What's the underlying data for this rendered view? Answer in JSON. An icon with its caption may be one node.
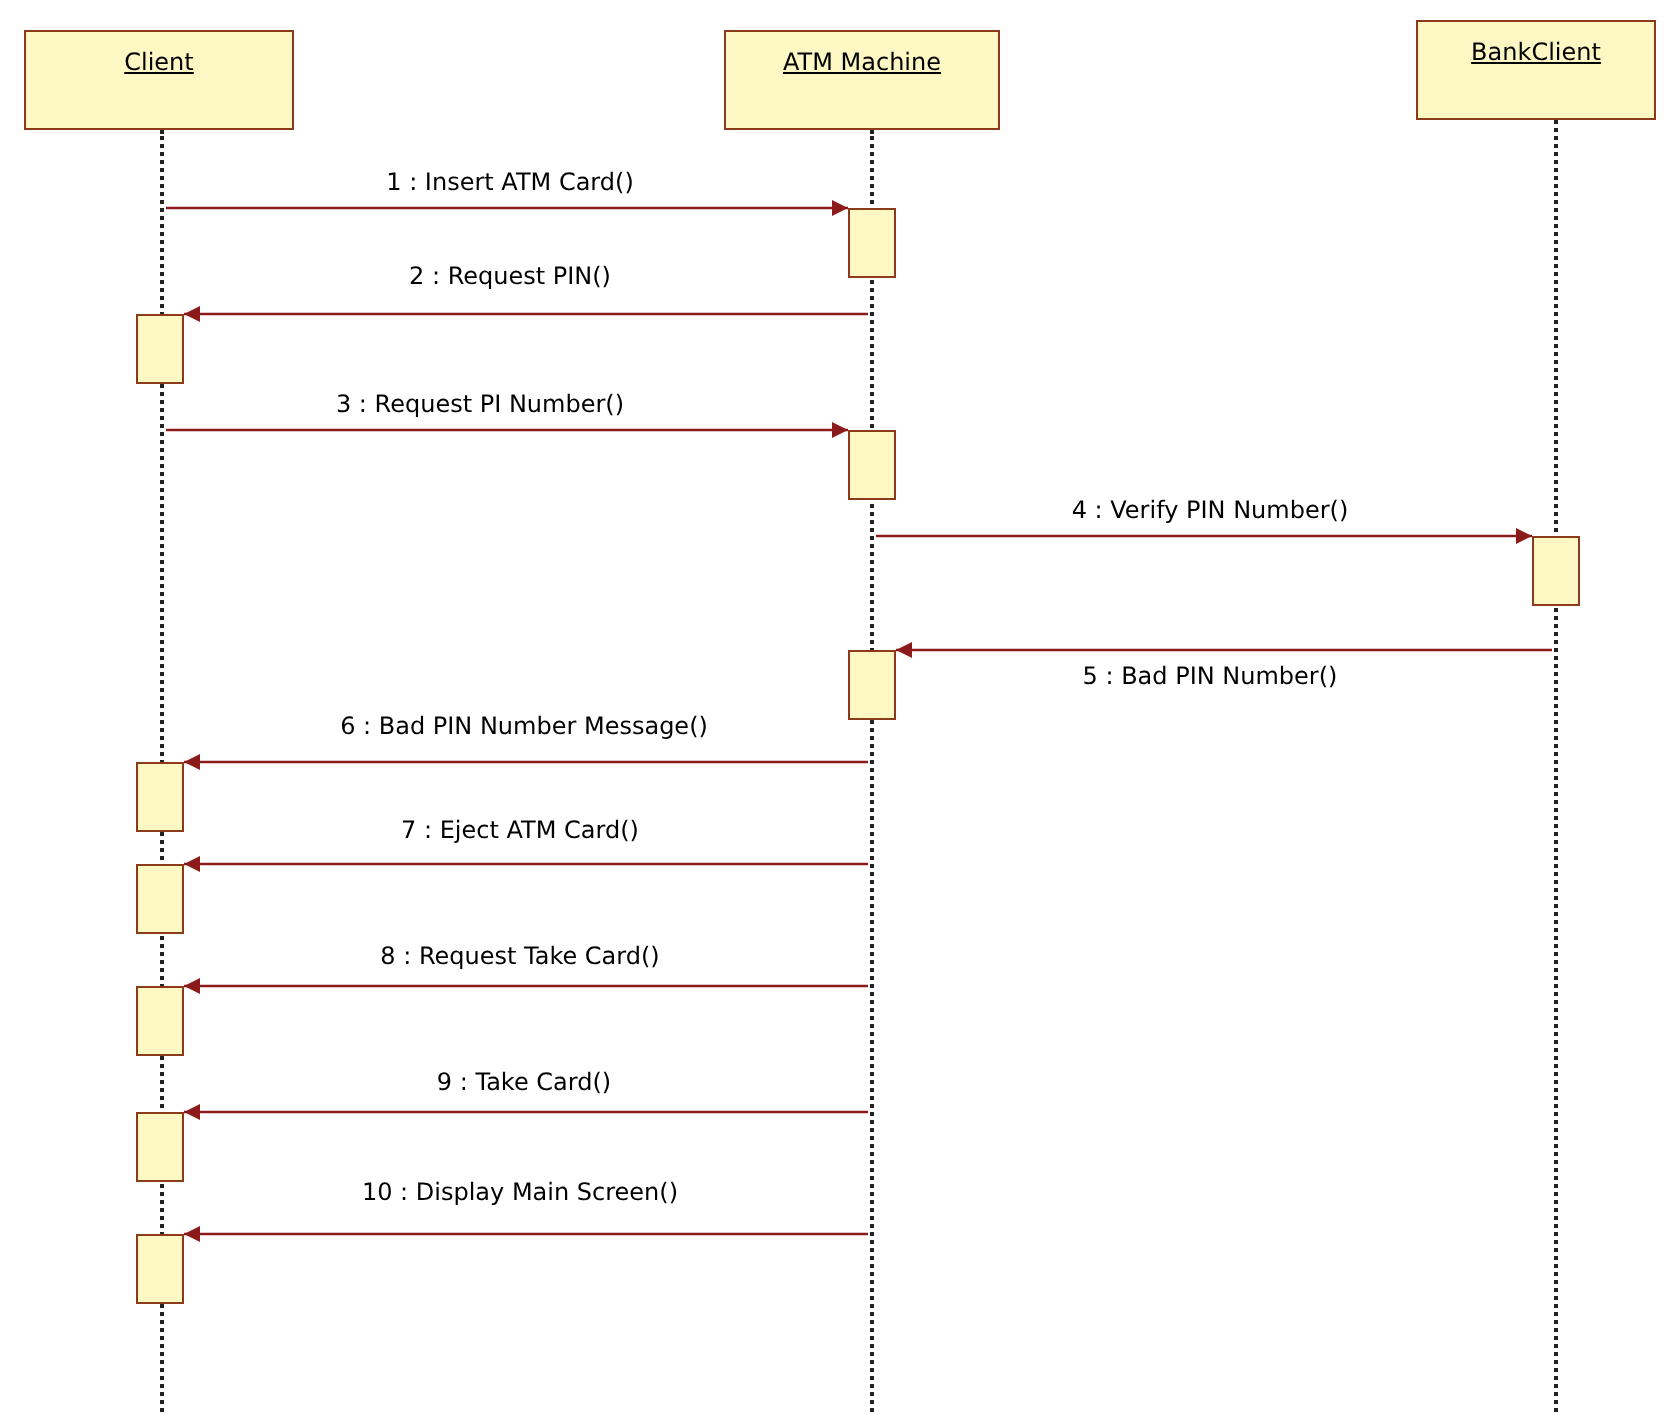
{
  "diagram": {
    "nodes": [
      {
        "text": [
          "Client"
        ]
      },
      {
        "text": [
          "ATM Machine"
        ]
      },
      {
        "text": [
          "BankClient"
        ]
      },
      {
        "text": [],
        "shape": "line"
      },
      {
        "text": [],
        "shape": "line"
      },
      {
        "text": [],
        "shape": "line"
      },
      {
        "text": [],
        "shape": "bar"
      },
      {
        "text": [],
        "shape": "bar"
      },
      {
        "text": [],
        "shape": "bar"
      },
      {
        "text": [],
        "shape": "bar"
      },
      {
        "text": [],
        "shape": "bar"
      },
      {
        "text": [],
        "shape": "bar"
      },
      {
        "text": [],
        "shape": "bar"
      },
      {
        "text": [],
        "shape": "bar"
      },
      {
        "text": [],
        "shape": "bar"
      },
      {
        "text": [],
        "shape": "bar"
      }
    ],
    "edges": [
      {
        "from": 3,
        "to": 6,
        "arrow": "to",
        "label": "1 : Insert ATM Card()"
      },
      {
        "from": 4,
        "to": 7,
        "arrow": "to",
        "label": "2 : Request PIN()"
      },
      {
        "from": 3,
        "to": 8,
        "arrow": "to",
        "label": "3 : Request PI Number()"
      },
      {
        "from": 4,
        "to": 9,
        "arrow": "to",
        "label": "4 : Verify PIN Number()"
      },
      {
        "from": 5,
        "to": 10,
        "arrow": "to",
        "label": "5 : Bad PIN Number()"
      },
      {
        "from": 4,
        "to": 11,
        "arrow": "to",
        "label": "6 : Bad PIN Number Message()"
      },
      {
        "from": 4,
        "to": 12,
        "arrow": "to",
        "label": "7 : Eject ATM Card()"
      },
      {
        "from": 4,
        "to": 13,
        "arrow": "to",
        "label": "8 : Request Take Card()"
      },
      {
        "from": 4,
        "to": 14,
        "arrow": "to",
        "label": "9 : Take Card()"
      },
      {
        "from": 4,
        "to": 15,
        "arrow": "to",
        "label": "10 : Display Main Screen()"
      }
    ]
  }
}
